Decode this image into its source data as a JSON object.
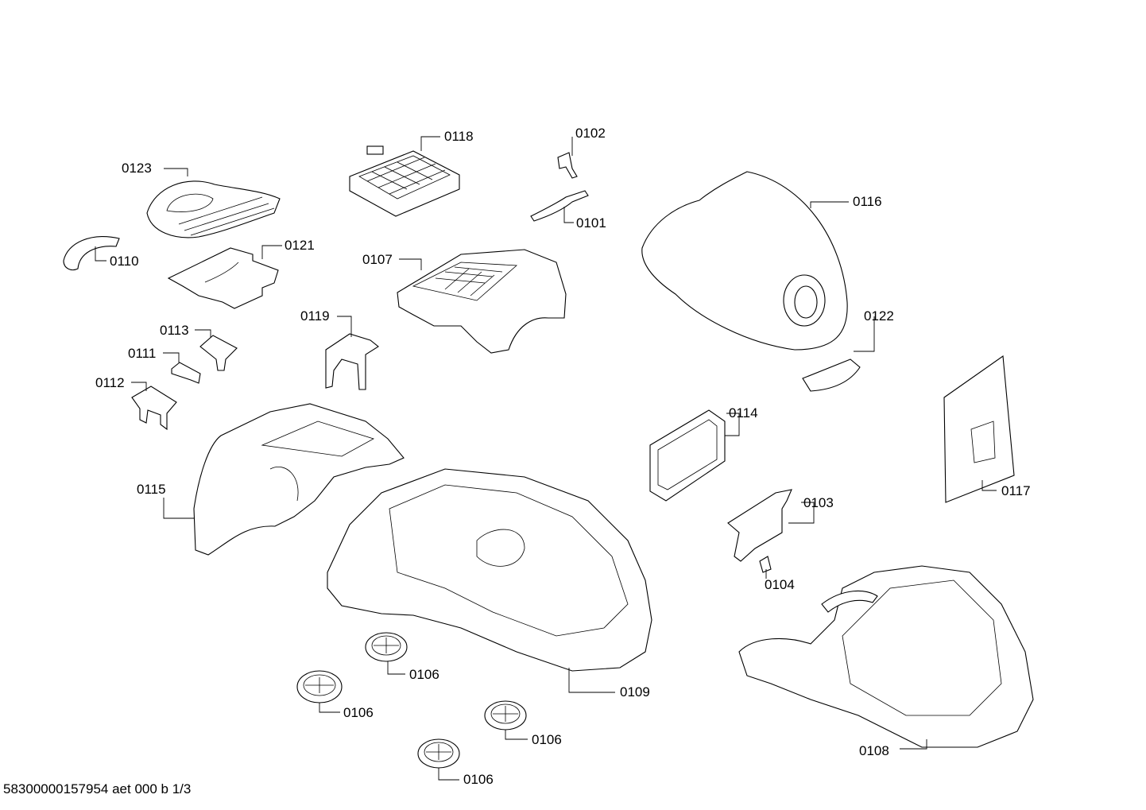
{
  "footer_text": "58300000157954 aet 000 b 1/3",
  "parts": [
    {
      "id": "p0101",
      "label": "0101"
    },
    {
      "id": "p0102",
      "label": "0102"
    },
    {
      "id": "p0103",
      "label": "0103"
    },
    {
      "id": "p0104",
      "label": "0104"
    },
    {
      "id": "p0106a",
      "label": "0106"
    },
    {
      "id": "p0106b",
      "label": "0106"
    },
    {
      "id": "p0106c",
      "label": "0106"
    },
    {
      "id": "p0106d",
      "label": "0106"
    },
    {
      "id": "p0107",
      "label": "0107"
    },
    {
      "id": "p0108",
      "label": "0108"
    },
    {
      "id": "p0109",
      "label": "0109"
    },
    {
      "id": "p0110",
      "label": "0110"
    },
    {
      "id": "p0111",
      "label": "0111"
    },
    {
      "id": "p0112",
      "label": "0112"
    },
    {
      "id": "p0113",
      "label": "0113"
    },
    {
      "id": "p0114",
      "label": "0114"
    },
    {
      "id": "p0115",
      "label": "0115"
    },
    {
      "id": "p0116",
      "label": "0116"
    },
    {
      "id": "p0117",
      "label": "0117"
    },
    {
      "id": "p0118",
      "label": "0118"
    },
    {
      "id": "p0119",
      "label": "0119"
    },
    {
      "id": "p0121",
      "label": "0121"
    },
    {
      "id": "p0122",
      "label": "0122"
    },
    {
      "id": "p0123",
      "label": "0123"
    }
  ]
}
